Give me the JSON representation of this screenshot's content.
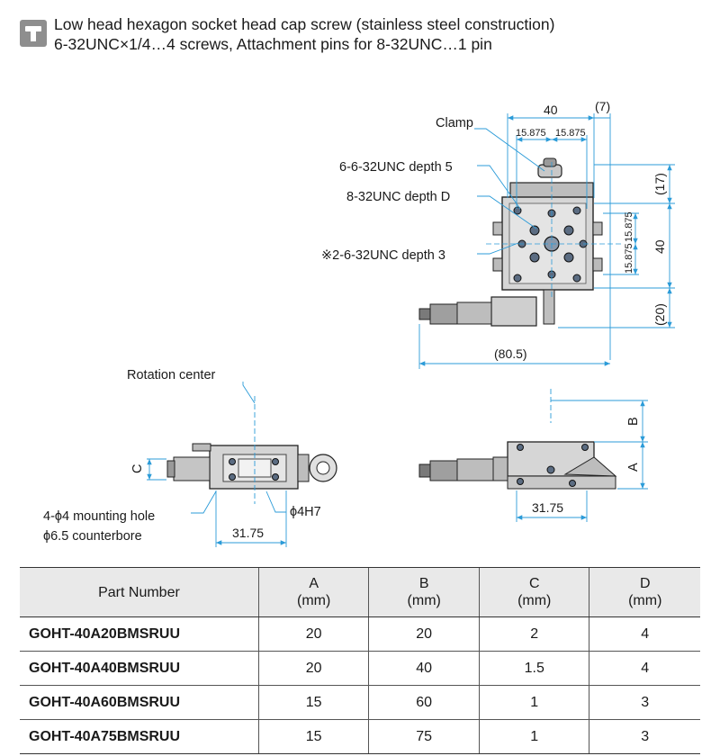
{
  "note": {
    "icon": "hex-socket-screw-icon",
    "line1": "Low head hexagon socket head cap screw (stainless steel construction)",
    "line2": "6-32UNC×1/4…4 screws, Attachment pins for 8-32UNC…1 pin"
  },
  "top_view": {
    "labels": {
      "clamp": "Clamp",
      "tap_a": "6-6-32UNC depth 5",
      "tap_b": "8-32UNC depth D",
      "tap_c": "※2-6-32UNC depth 3"
    },
    "dims": {
      "width": "40",
      "offset": "(7)",
      "pitch_left": "15.875",
      "pitch_right": "15.875",
      "height_top": "(17)",
      "height": "40",
      "pitch_top": "15.875",
      "pitch_bottom": "15.875",
      "height_bottom": "(20)",
      "overall": "(80.5)"
    }
  },
  "front_view": {
    "labels": {
      "rotation_center": "Rotation center",
      "mounting_hole_1": "4-ϕ4 mounting hole",
      "mounting_hole_2": "ϕ6.5 counterbore",
      "pin": "ϕ4H7",
      "c": "C",
      "span": "31.75"
    }
  },
  "side_view": {
    "labels": {
      "a": "A",
      "b": "B",
      "span": "31.75"
    }
  },
  "table": {
    "headers": [
      {
        "name": "Part Number",
        "unit": ""
      },
      {
        "name": "A",
        "unit": "(mm)"
      },
      {
        "name": "B",
        "unit": "(mm)"
      },
      {
        "name": "C",
        "unit": "(mm)"
      },
      {
        "name": "D",
        "unit": "(mm)"
      }
    ],
    "rows": [
      [
        "GOHT-40A20BMSRUU",
        "20",
        "20",
        "2",
        "4"
      ],
      [
        "GOHT-40A40BMSRUU",
        "20",
        "40",
        "1.5",
        "4"
      ],
      [
        "GOHT-40A60BMSRUU",
        "15",
        "60",
        "1",
        "3"
      ],
      [
        "GOHT-40A75BMSRUU",
        "15",
        "75",
        "1",
        "3"
      ]
    ]
  }
}
